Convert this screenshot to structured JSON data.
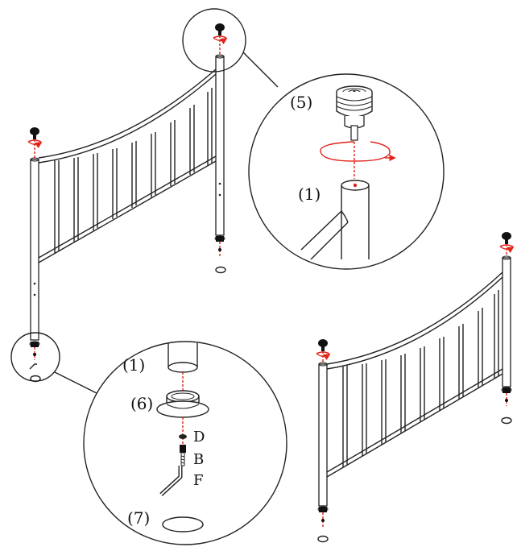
{
  "labels": {
    "detail_top_part_5": "(5)",
    "detail_top_part_1": "(1)",
    "detail_bottom_part_1": "(1)",
    "detail_bottom_part_6": "(6)",
    "detail_bottom_part_d": "D",
    "detail_bottom_part_b": "B",
    "detail_bottom_part_f": "F",
    "detail_bottom_part_7": "(7)"
  },
  "colors": {
    "line": "#222222",
    "accent_arrow": "#e2231a",
    "background": "#ffffff"
  }
}
